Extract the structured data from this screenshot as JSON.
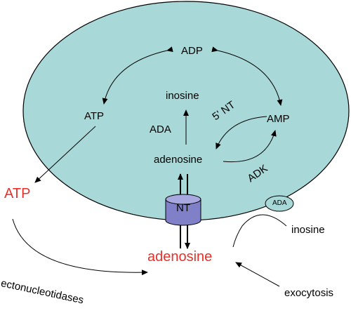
{
  "cell": {
    "fill": "#a9d8d8",
    "stroke": "#000000"
  },
  "transporter": {
    "label": "NT",
    "fill": "#8080c8",
    "cap_fill": "#a8a8e0"
  },
  "enzyme_badge": {
    "label": "ADA",
    "fill": "#a9d8d8"
  },
  "labels": {
    "adp": "ADP",
    "atp_inside": "ATP",
    "amp": "AMP",
    "inosine_inside": "inosine",
    "ada": "ADA",
    "five_nt": "5' NT",
    "adenosine_inside": "adenosine",
    "adk": "ADK",
    "atp_outside": "ATP",
    "adenosine_outside": "adenosine",
    "inosine_outside": "inosine",
    "ectonucleotidases": "ectonucleotidases",
    "exocytosis": "exocytosis"
  },
  "colors": {
    "extracellular_text": "#e8312a",
    "text": "#000000"
  }
}
